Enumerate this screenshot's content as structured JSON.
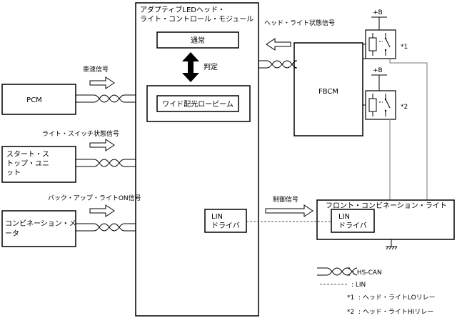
{
  "main_module": {
    "title_line1": "アダプティブLEDヘッド・",
    "title_line2": "ライト・コントロール・モジュール",
    "normal_label": "通常",
    "judge_label": "判定",
    "wide_label": "ワイド配光ロービーム",
    "lin_driver_line1": "LIN",
    "lin_driver_line2": "ドライバ"
  },
  "left_modules": [
    {
      "line1": "PCM",
      "line2": "",
      "line3": "",
      "signal": "車速信号"
    },
    {
      "line1": "スタート・ス",
      "line2": "トップ・ユニ",
      "line3": "ット",
      "signal": "ライト・スイッチ状態信号"
    },
    {
      "line1": "コンビネーション・メ",
      "line2": "ータ",
      "line3": "",
      "signal": "バック・アップ・ライトON信号"
    }
  ],
  "fbcm": {
    "label": "FBCM",
    "signal": "ヘッド・ライト状態信号",
    "power1": "+B",
    "power2": "+B",
    "relay1_mark": "*1",
    "relay2_mark": "*2"
  },
  "front_combi": {
    "title": "フロント・コンビネーション・ライト",
    "lin_line1": "LIN",
    "lin_line2": "ドライバ",
    "signal": "制御信号"
  },
  "legend": {
    "hs_can": ": HS-CAN",
    "lin": ": LIN",
    "note1_mark": "*1",
    "note1": ": ヘッド・ライトLOリレー",
    "note2_mark": "*2",
    "note2": ": ヘッド・ライトHIリレー"
  }
}
